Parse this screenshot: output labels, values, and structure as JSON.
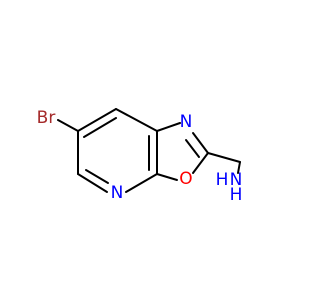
{
  "molecule": {
    "atoms": {
      "bromine": "Br",
      "pyridine_nitrogen": "N",
      "oxazole_nitrogen": "N",
      "oxazole_oxygen": "O",
      "amine_nitrogen": "N",
      "amine_hydrogen_1": "H",
      "amine_hydrogen_2": "H"
    },
    "colors": {
      "bond": "#000000",
      "bromine": "#a52a2a",
      "nitrogen": "#0000ff",
      "oxygen": "#ff0000"
    }
  }
}
